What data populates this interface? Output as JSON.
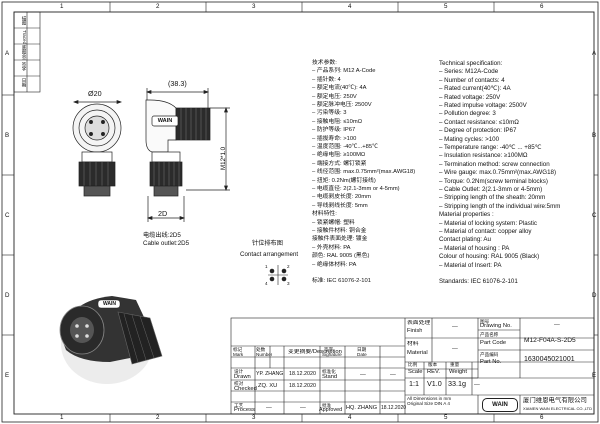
{
  "frame": {
    "cols_top": [
      "1",
      "2",
      "3",
      "4",
      "5",
      "6"
    ],
    "rows_left": [
      "A",
      "B",
      "C",
      "D",
      "E"
    ]
  },
  "left_stamp": [
    "描图",
    "Traced",
    "底图总号",
    "签字",
    "日期"
  ],
  "dims": {
    "width": "(38.3)",
    "dia": "Ø20",
    "height": "M12*1.0",
    "pitch": "2D"
  },
  "cable_note": [
    "电缆出线:2D5",
    "Cable outlet:2D5"
  ],
  "contact_arrangement": {
    "title_cn": "针位排布图",
    "title_en": "Contact arrangement",
    "pins": [
      "1",
      "2",
      "3",
      "4"
    ]
  },
  "spec_cn": [
    "技术参数:",
    "– 产品系列: M12 A-Code",
    "– 插针数: 4",
    "– 额定电流(40℃): 4A",
    "– 额定电压: 250V",
    "– 额定脉冲电压: 2500V",
    "– 污染等级: 3",
    "– 接触电阻: ≤10mΩ",
    "– 防护等级: IP67",
    "– 插拔寿命: >100",
    "– 温度范围: -40℃...+85℃",
    "– 绝缘电阻: ≥100MΩ",
    "– 端接方式: 螺钉锁紧",
    "– 线径范围: max.0.75mm²(max.AWG18)",
    "– 扭矩: 0.2Nm(螺钉接线)",
    "– 电缆直径: 2(2.1-3mm or 4-5mm)",
    "– 电缆剥皮长度: 20mm",
    "– 导线剥线长度: 5mm",
    "材料特性:",
    "– 锁紧螺帽: 塑料",
    "– 接触件材料: 铜合金",
    "  接触件表面处理: 镀金",
    "– 外壳材料: PA",
    "  颜色: RAL 9005 (黑色)",
    "– 绝缘体材料: PA",
    "",
    "标准: IEC 61076-2-101"
  ],
  "spec_en": [
    "Technical specification:",
    "– Series: M12A-Code",
    "– Number of contacts:  4",
    "– Rated current(40℃):   4A",
    "– Rated voltage:             250V",
    "– Rated impulse voltage: 2500V",
    "– Pollution degree: 3",
    "– Contact resistance: ≤10mΩ",
    "– Degree of protection: IP67",
    "– Mating cycles: >100",
    "– Temperature range: -40℃ ... +85℃",
    "– Insulation resistance: ≥100MΩ",
    "– Termination method: screw connection",
    "– Wire gauge: max.0.75mm²(max.AWG18)",
    "– Torque: 0.2Nm(screw terminal blocks)",
    "– Cable Outlet: 2(2.1-3mm or 4-5mm)",
    "– Stripping length of the sheath: 20mm",
    "– Stripping length of the individual wire:5mm",
    "Material properties :",
    "– Material of locking system: Plastic",
    "– Material of contact: copper alloy",
    "   Contact plating: Au",
    "– Material of housing : PA",
    "   Colour of housing: RAL 9005 (Black)",
    "– Material of Insert: PA",
    "",
    "Standards: IEC 61076-2-101"
  ],
  "title_block": {
    "finish_cn": "表面处理",
    "finish_en": "Finish",
    "finish_val": "—",
    "material_cn": "材料",
    "material_en": "Material",
    "material_val": "—",
    "drawing_no_cn": "图号",
    "drawing_no_en": "Drawing No.",
    "drawing_no_val": "—",
    "part_code_cn": "产品名称",
    "part_code_en": "Part Code",
    "part_code_val": "M12-F04A-S-2D5",
    "part_no_cn": "产品编码",
    "part_no_en": "Part No.",
    "part_no_val": "1630045021001",
    "scale_cn": "比例",
    "scale_en": "Scale",
    "scale_val": "1:1",
    "rev_cn": "版本",
    "rev_en": "REV.",
    "rev_val": "V1.0",
    "weight_cn": "重量",
    "weight_en": "Weight",
    "weight_val": "33.1g",
    "sheet_val": "—",
    "dims_note": "All Dimensions in mm\nOriginal Size DIN A 4",
    "company_cn": "厦门维恩电气有限公司",
    "company_en": "XIAMEN WAIN ELECTRICAL CO.,LTD",
    "logo": "WAIN",
    "rev_table_headers": [
      {
        "cn": "标记",
        "en": "Mark"
      },
      {
        "cn": "处数",
        "en": "Number"
      },
      {
        "cn": "变更摘要",
        "en": "Description"
      },
      {
        "cn": "签字",
        "en": "Signature"
      },
      {
        "cn": "日期",
        "en": "Date"
      }
    ],
    "drawn_cn": "设计",
    "drawn_en": "Drawn",
    "drawn_name": "YP. ZHANG",
    "drawn_date": "18.12.2020",
    "checked_cn": "校对",
    "checked_en": "Checked",
    "checked_name": "ZQ. XU",
    "checked_date": "18.12.2020",
    "process_cn": "工艺",
    "process_en": "Process",
    "process_name": "—",
    "process_date": "—",
    "std_cn": "标准化",
    "std_en": "Stand",
    "std_val": "—",
    "approved_cn": "批准",
    "approved_en": "Approved",
    "approved_name": "HQ. ZHANG",
    "approved_date": "18.12.2020",
    "date_val": "—"
  }
}
